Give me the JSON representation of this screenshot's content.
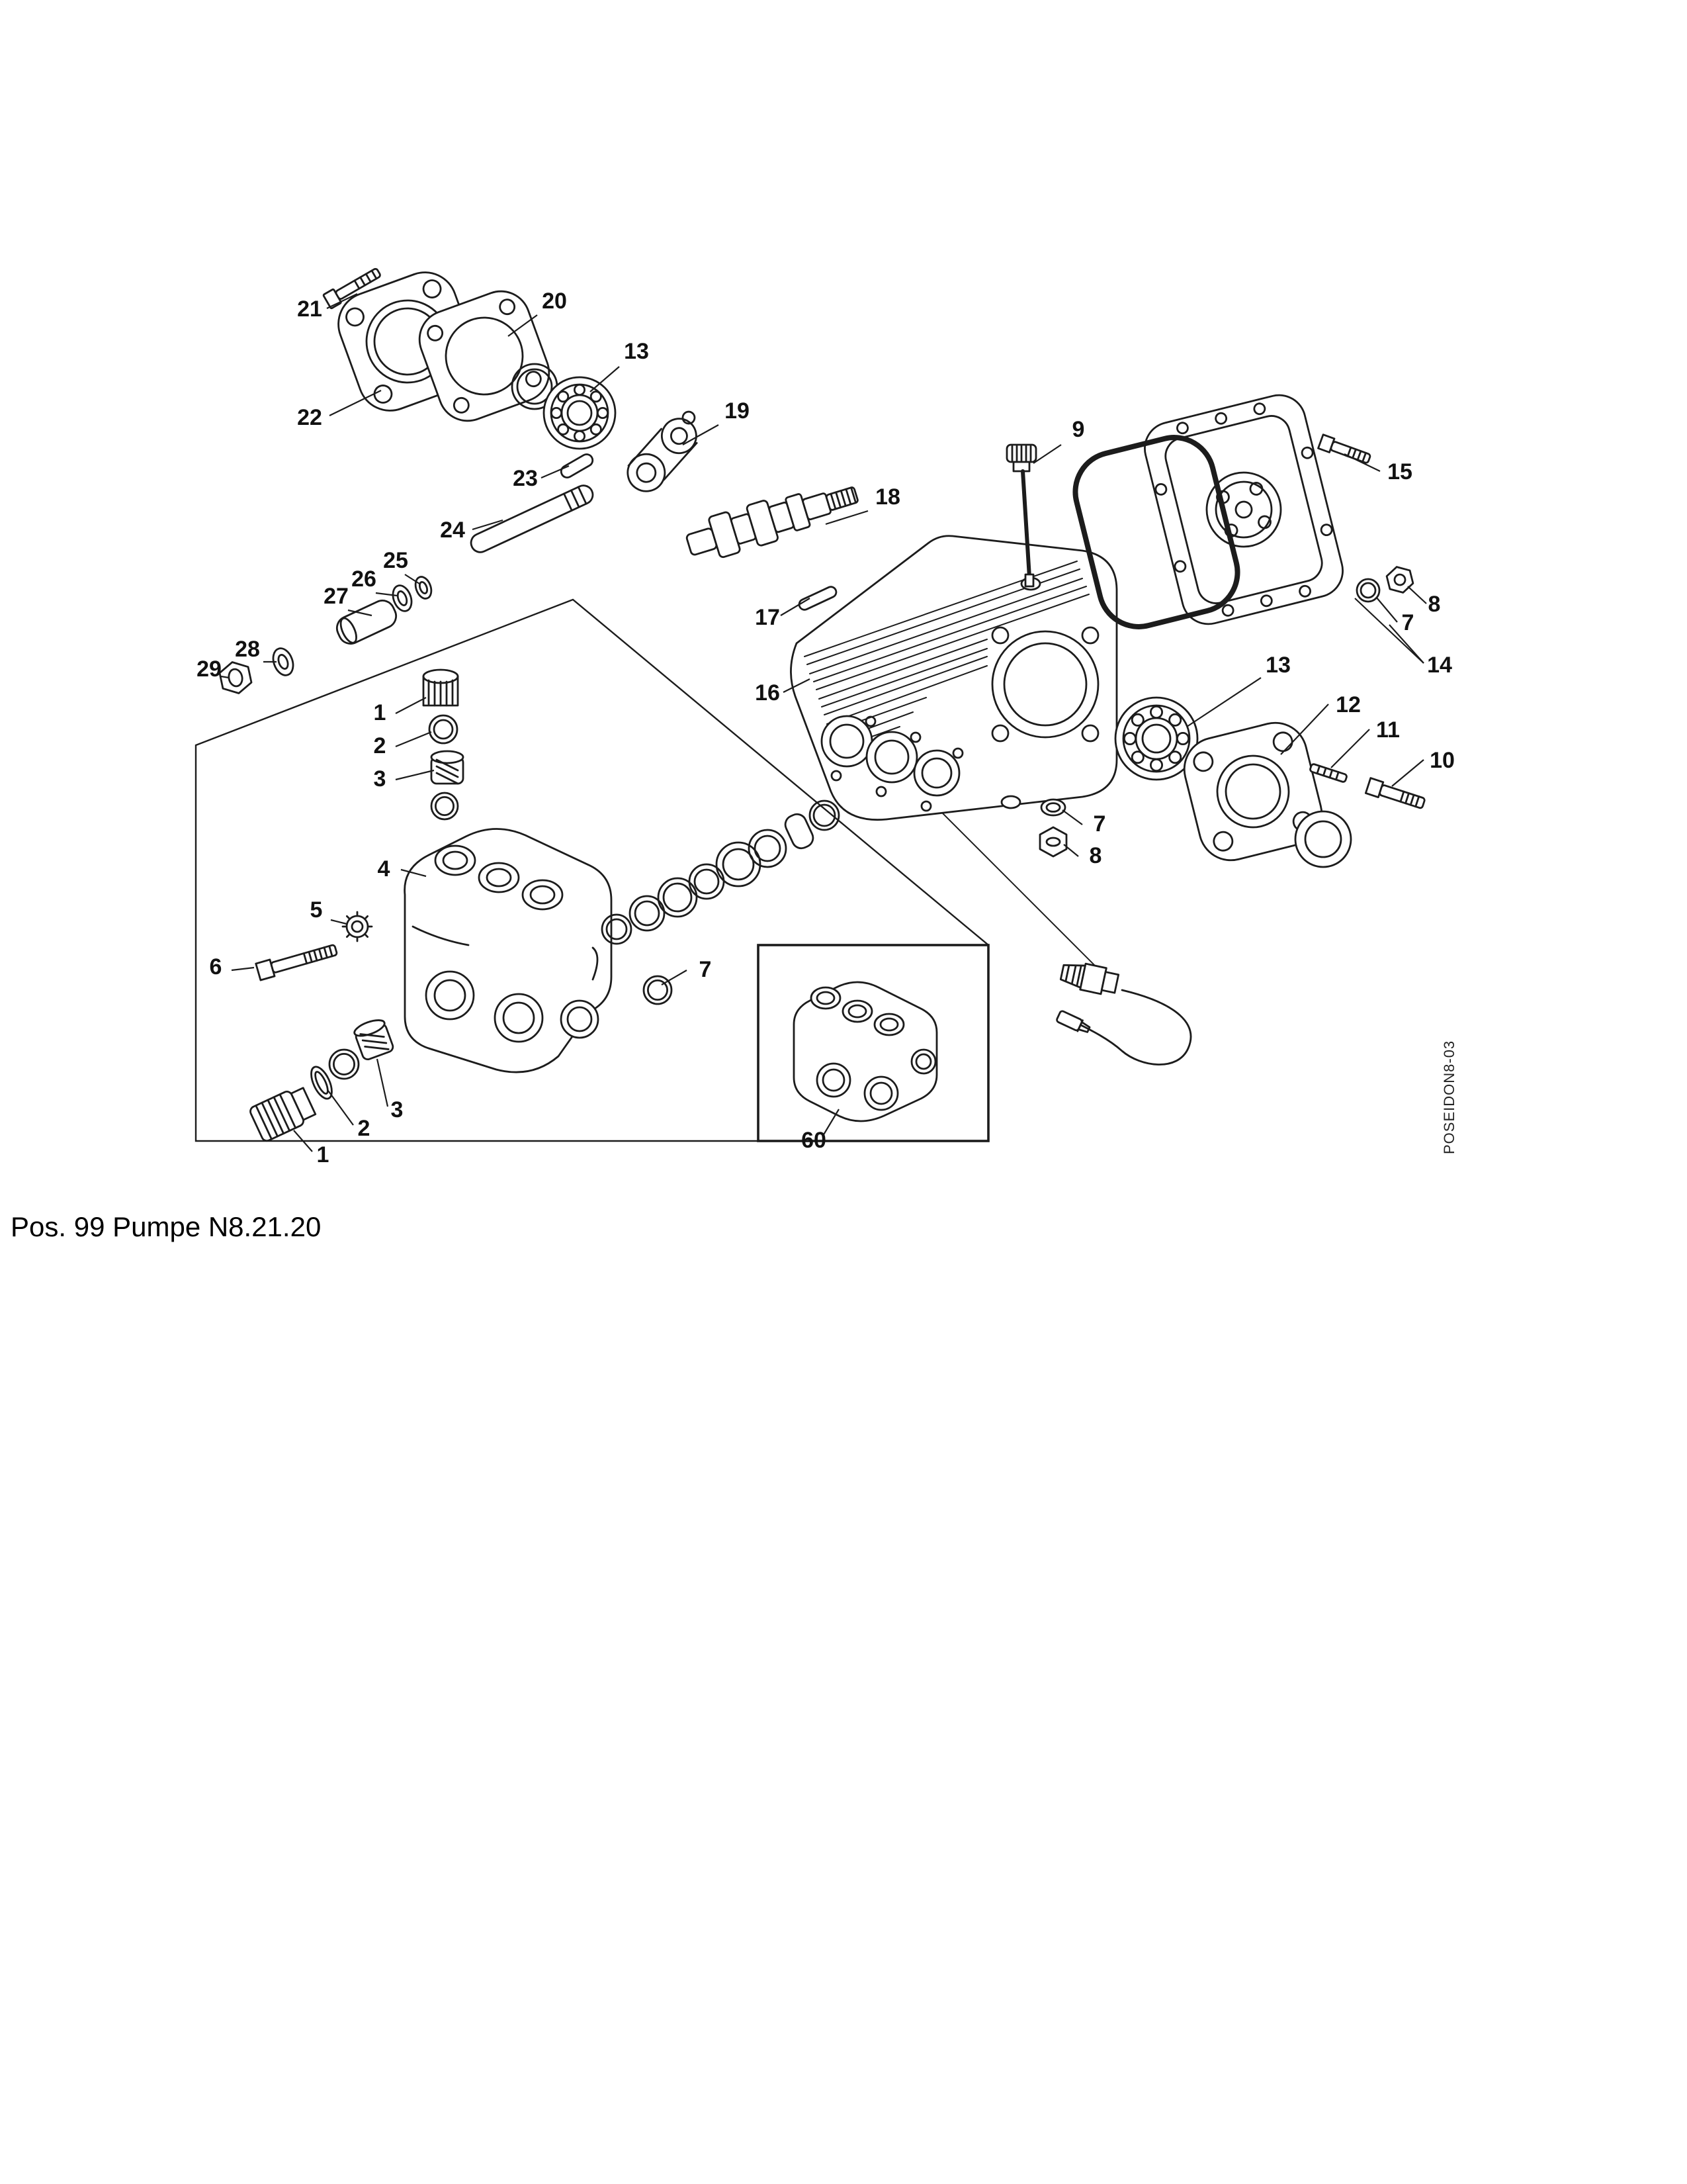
{
  "page": {
    "caption": "Pos. 99 Pumpe N8.21.20",
    "drawing_code": "POSEIDON8-03",
    "background": "#ffffff",
    "line_color": "#1c1c1c"
  },
  "diagram": {
    "description_type": "exploded-parts-diagram",
    "callouts": [
      {
        "label": "21"
      },
      {
        "label": "22"
      },
      {
        "label": "20"
      },
      {
        "label": "13"
      },
      {
        "label": "23"
      },
      {
        "label": "19"
      },
      {
        "label": "24"
      },
      {
        "label": "18"
      },
      {
        "label": "25"
      },
      {
        "label": "26"
      },
      {
        "label": "27"
      },
      {
        "label": "17"
      },
      {
        "label": "9"
      },
      {
        "label": "15"
      },
      {
        "label": "28"
      },
      {
        "label": "29"
      },
      {
        "label": "16"
      },
      {
        "label": "8"
      },
      {
        "label": "7"
      },
      {
        "label": "14"
      },
      {
        "label": "13"
      },
      {
        "label": "12"
      },
      {
        "label": "11"
      },
      {
        "label": "10"
      },
      {
        "label": "1"
      },
      {
        "label": "2"
      },
      {
        "label": "3"
      },
      {
        "label": "4"
      },
      {
        "label": "5"
      },
      {
        "label": "6"
      },
      {
        "label": "7"
      },
      {
        "label": "7"
      },
      {
        "label": "8"
      },
      {
        "label": "3"
      },
      {
        "label": "2"
      },
      {
        "label": "1"
      },
      {
        "label": "60"
      }
    ]
  }
}
